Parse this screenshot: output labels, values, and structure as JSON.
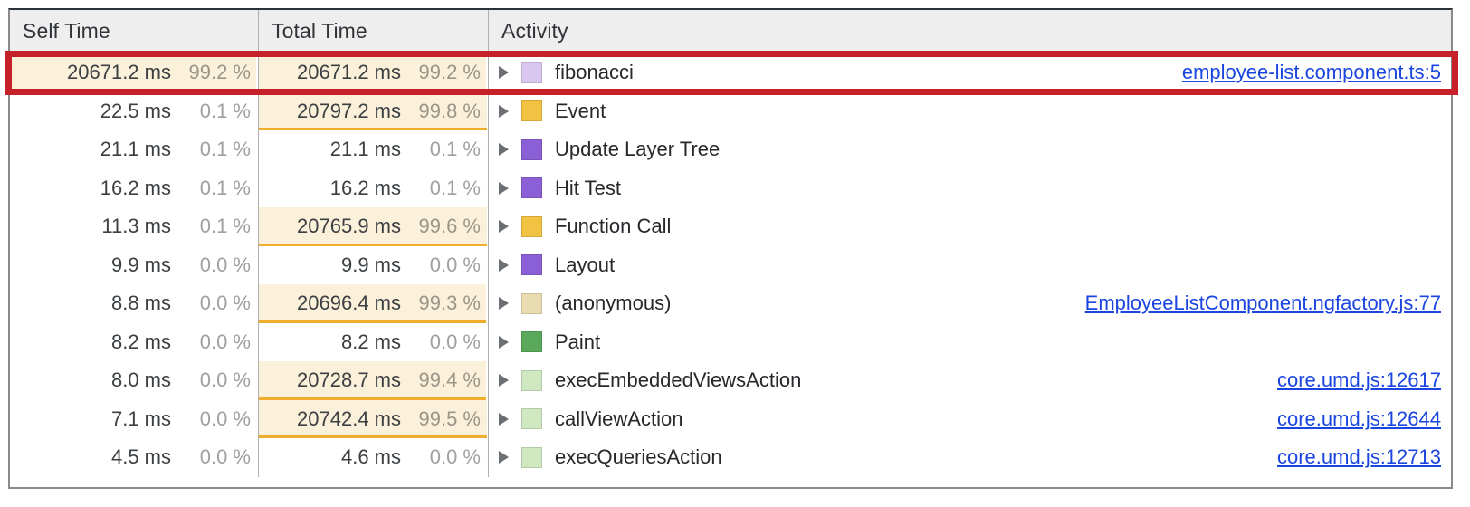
{
  "table": {
    "columns": [
      {
        "key": "self_time",
        "label": "Self Time"
      },
      {
        "key": "total_time",
        "label": "Total Time"
      },
      {
        "key": "activity",
        "label": "Activity"
      }
    ],
    "rows": [
      {
        "self_ms": "20671.2 ms",
        "self_pct": "99.2 %",
        "self_bar": 99.2,
        "total_ms": "20671.2 ms",
        "total_pct": "99.2 %",
        "total_bar": 99.2,
        "activity": "fibonacci",
        "swatch": "#d9c7ef",
        "link": "employee-list.component.ts:5",
        "highlighted": true
      },
      {
        "self_ms": "22.5 ms",
        "self_pct": "0.1 %",
        "self_bar": 0.1,
        "total_ms": "20797.2 ms",
        "total_pct": "99.8 %",
        "total_bar": 99.8,
        "activity": "Event",
        "swatch": "#f2c243",
        "link": ""
      },
      {
        "self_ms": "21.1 ms",
        "self_pct": "0.1 %",
        "self_bar": 0.1,
        "total_ms": "21.1 ms",
        "total_pct": "0.1 %",
        "total_bar": 0.1,
        "activity": "Update Layer Tree",
        "swatch": "#8b5fd6",
        "link": ""
      },
      {
        "self_ms": "16.2 ms",
        "self_pct": "0.1 %",
        "self_bar": 0.1,
        "total_ms": "16.2 ms",
        "total_pct": "0.1 %",
        "total_bar": 0.1,
        "activity": "Hit Test",
        "swatch": "#8b5fd6",
        "link": ""
      },
      {
        "self_ms": "11.3 ms",
        "self_pct": "0.1 %",
        "self_bar": 0.1,
        "total_ms": "20765.9 ms",
        "total_pct": "99.6 %",
        "total_bar": 99.6,
        "activity": "Function Call",
        "swatch": "#f2c243",
        "link": ""
      },
      {
        "self_ms": "9.9 ms",
        "self_pct": "0.0 %",
        "self_bar": 0.0,
        "total_ms": "9.9 ms",
        "total_pct": "0.0 %",
        "total_bar": 0.0,
        "activity": "Layout",
        "swatch": "#8b5fd6",
        "link": ""
      },
      {
        "self_ms": "8.8 ms",
        "self_pct": "0.0 %",
        "self_bar": 0.0,
        "total_ms": "20696.4 ms",
        "total_pct": "99.3 %",
        "total_bar": 99.3,
        "activity": "(anonymous)",
        "swatch": "#e8dcb0",
        "link": "EmployeeListComponent.ngfactory.js:77"
      },
      {
        "self_ms": "8.2 ms",
        "self_pct": "0.0 %",
        "self_bar": 0.0,
        "total_ms": "8.2 ms",
        "total_pct": "0.0 %",
        "total_bar": 0.0,
        "activity": "Paint",
        "swatch": "#5aa85a",
        "link": ""
      },
      {
        "self_ms": "8.0 ms",
        "self_pct": "0.0 %",
        "self_bar": 0.0,
        "total_ms": "20728.7 ms",
        "total_pct": "99.4 %",
        "total_bar": 99.4,
        "activity": "execEmbeddedViewsAction",
        "swatch": "#cfe8bf",
        "link": "core.umd.js:12617"
      },
      {
        "self_ms": "7.1 ms",
        "self_pct": "0.0 %",
        "self_bar": 0.0,
        "total_ms": "20742.4 ms",
        "total_pct": "99.5 %",
        "total_bar": 99.5,
        "activity": "callViewAction",
        "swatch": "#cfe8bf",
        "link": "core.umd.js:12644"
      },
      {
        "self_ms": "4.5 ms",
        "self_pct": "0.0 %",
        "self_bar": 0.0,
        "total_ms": "4.6 ms",
        "total_pct": "0.0 %",
        "total_bar": 0.0,
        "activity": "execQueriesAction",
        "swatch": "#cfe8bf",
        "link": "core.umd.js:12713"
      }
    ]
  },
  "annotation": {
    "type": "highlight-rectangle",
    "color": "#c62128",
    "target_row": "fibonacci"
  },
  "icons": {
    "expand": "expand-triangle-icon",
    "swatch": "activity-color-swatch"
  }
}
